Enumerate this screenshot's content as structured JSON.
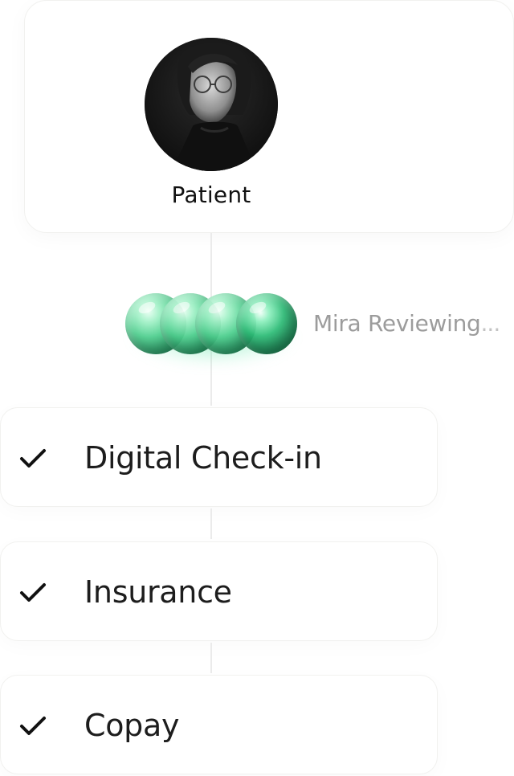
{
  "patient": {
    "label": "Patient",
    "avatar_icon": "person-portrait"
  },
  "status": {
    "text": "Mira Reviewing",
    "dots": "...",
    "accent_color": "#3fd28a"
  },
  "steps": [
    {
      "label": "Digital Check-in",
      "icon": "check-icon",
      "status": "complete"
    },
    {
      "label": "Insurance",
      "icon": "check-icon",
      "status": "complete"
    },
    {
      "label": "Copay",
      "icon": "check-icon",
      "status": "complete"
    }
  ]
}
